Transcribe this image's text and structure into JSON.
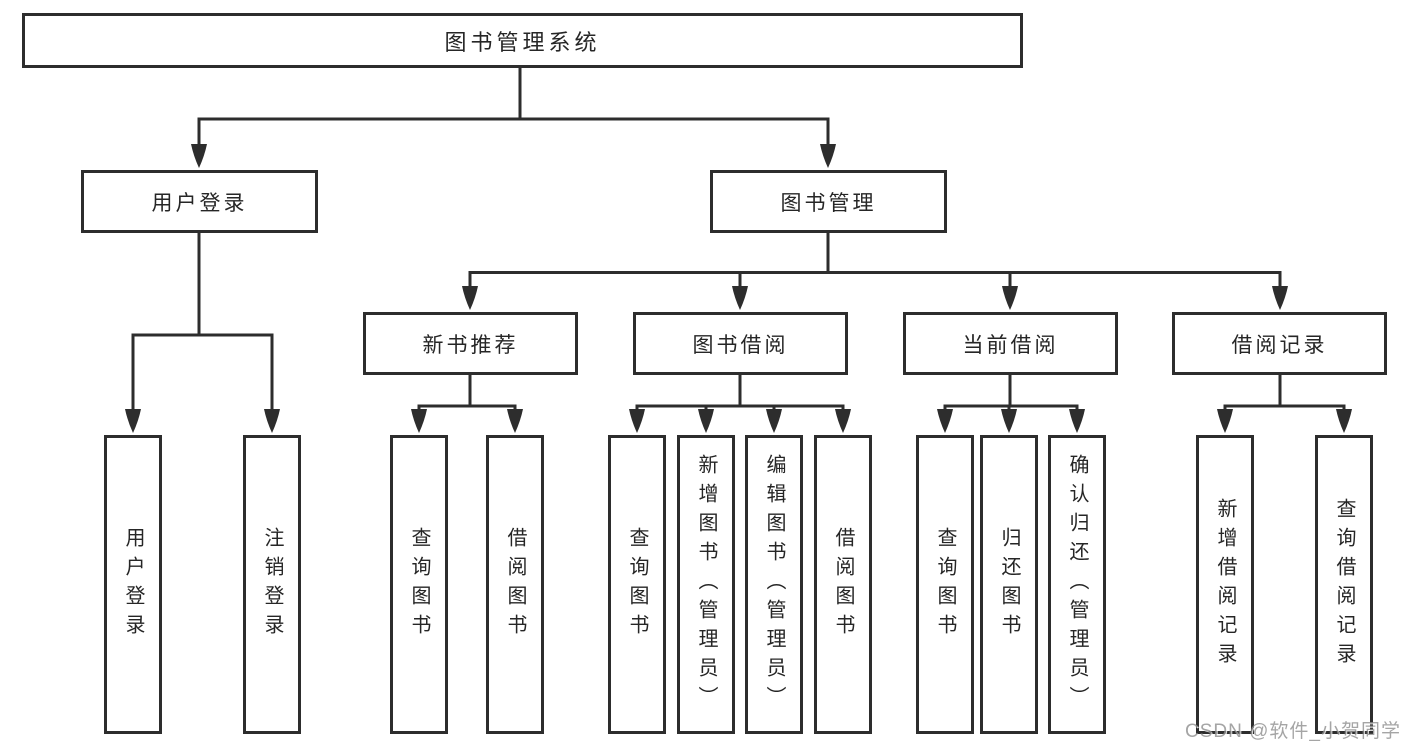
{
  "diagram": {
    "root": {
      "label": "图书管理系统"
    },
    "modules": [
      {
        "label": "用户登录",
        "children": [
          {
            "label": "用户登录"
          },
          {
            "label": "注销登录"
          }
        ]
      },
      {
        "label": "图书管理",
        "children": [
          {
            "label": "新书推荐",
            "children": [
              {
                "label": "查询图书"
              },
              {
                "label": "借阅图书"
              }
            ]
          },
          {
            "label": "图书借阅",
            "children": [
              {
                "label": "查询图书"
              },
              {
                "label": "新增图书（管理员）"
              },
              {
                "label": "编辑图书（管理员）"
              },
              {
                "label": "借阅图书"
              }
            ]
          },
          {
            "label": "当前借阅",
            "children": [
              {
                "label": "查询图书"
              },
              {
                "label": "归还图书"
              },
              {
                "label": "确认归还（管理员）"
              }
            ]
          },
          {
            "label": "借阅记录",
            "children": [
              {
                "label": "新增借阅记录"
              },
              {
                "label": "查询借阅记录"
              }
            ]
          }
        ]
      }
    ],
    "colors": {
      "line": "#2d2d2d",
      "box_border": "#2d2d2d",
      "text": "#262626",
      "background": "#ffffff",
      "watermark": "#8f8f8f"
    }
  },
  "watermark": {
    "text": "CSDN @软件_小贺同学"
  }
}
